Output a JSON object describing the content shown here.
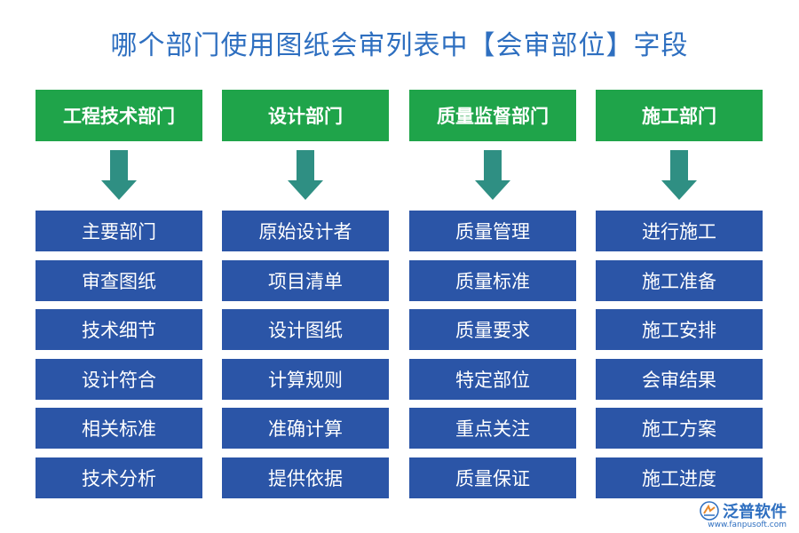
{
  "title": "哪个部门使用图纸会审列表中【会审部位】字段",
  "columns": [
    {
      "header": "工程技术部门",
      "items": [
        "主要部门",
        "审查图纸",
        "技术细节",
        "设计符合",
        "相关标准",
        "技术分析"
      ]
    },
    {
      "header": "设计部门",
      "items": [
        "原始设计者",
        "项目清单",
        "设计图纸",
        "计算规则",
        "准确计算",
        "提供依据"
      ]
    },
    {
      "header": "质量监督部门",
      "items": [
        "质量管理",
        "质量标准",
        "质量要求",
        "特定部位",
        "重点关注",
        "质量保证"
      ]
    },
    {
      "header": "施工部门",
      "items": [
        "进行施工",
        "施工准备",
        "施工安排",
        "会审结果",
        "施工方案",
        "施工进度"
      ]
    }
  ],
  "watermark": {
    "brand": "泛普软件",
    "url": "www.fanpusoft.com",
    "icon": "fanpu-logo-icon"
  },
  "colors": {
    "title": "#2e6fc0",
    "header": "#1fa44a",
    "arrow": "#2f8f83",
    "item": "#2b55a7"
  }
}
